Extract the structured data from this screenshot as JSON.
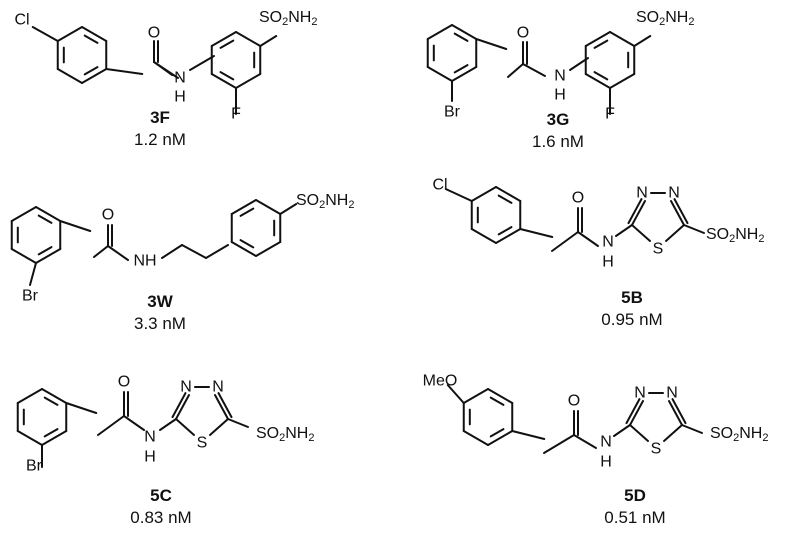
{
  "atoms": {
    "cl": "Cl",
    "br": "Br",
    "f": "F",
    "o": "O",
    "n": "N",
    "h": "H",
    "nh": "NH",
    "s": "S",
    "meo": "MeO",
    "so2": "SO",
    "two": "2",
    "nh2": "NH"
  },
  "compounds": [
    {
      "id": "3F",
      "value": "1.2 nM"
    },
    {
      "id": "3G",
      "value": "1.6 nM"
    },
    {
      "id": "3W",
      "value": "3.3 nM"
    },
    {
      "id": "5B",
      "value": "0.95 nM"
    },
    {
      "id": "5C",
      "value": "0.83 nM"
    },
    {
      "id": "5D",
      "value": "0.51 nM"
    }
  ]
}
